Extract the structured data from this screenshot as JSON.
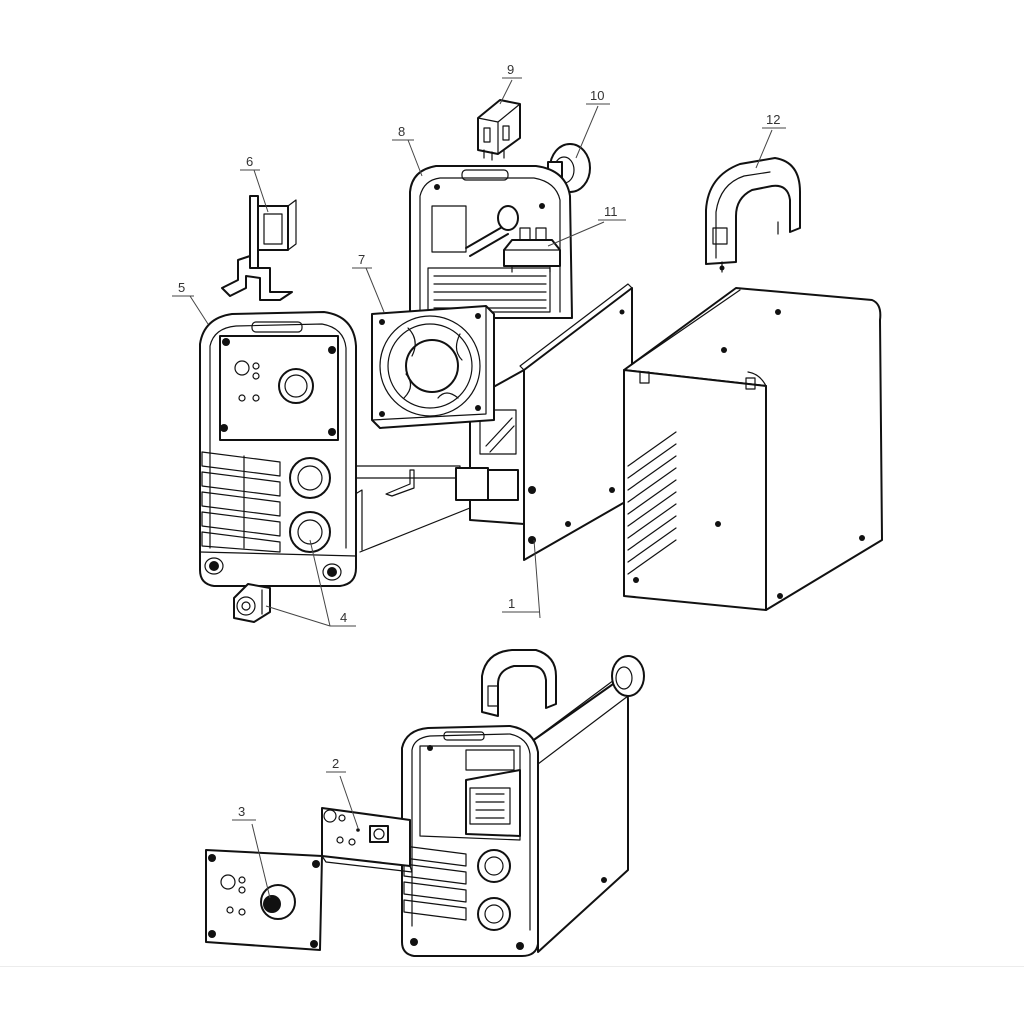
{
  "callouts": [
    {
      "id": "1",
      "text": "1"
    },
    {
      "id": "2",
      "text": "2"
    },
    {
      "id": "3",
      "text": "3"
    },
    {
      "id": "4",
      "text": "4"
    },
    {
      "id": "5",
      "text": "5"
    },
    {
      "id": "6",
      "text": "6"
    },
    {
      "id": "7",
      "text": "7"
    },
    {
      "id": "8",
      "text": "8"
    },
    {
      "id": "9",
      "text": "9"
    },
    {
      "id": "10",
      "text": "10"
    },
    {
      "id": "11",
      "text": "11"
    },
    {
      "id": "12",
      "text": "12"
    }
  ],
  "colors": {
    "line": "#111111",
    "background": "#ffffff",
    "leader": "#444444"
  }
}
